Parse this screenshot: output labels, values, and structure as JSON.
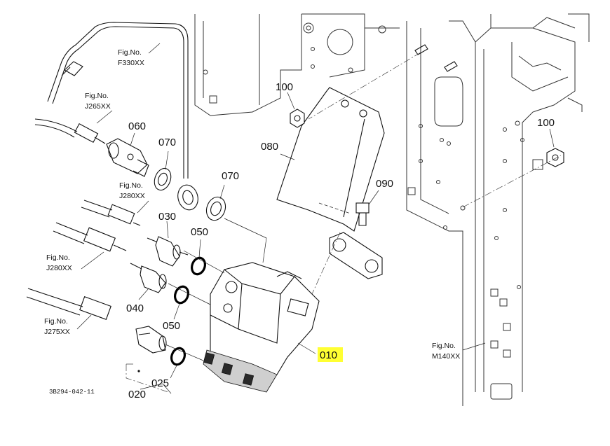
{
  "diagram": {
    "part_labels": {
      "p060": "060",
      "p070a": "070",
      "p070b": "070",
      "p080": "080",
      "p090": "090",
      "p100a": "100",
      "p100b": "100",
      "p030": "030",
      "p050a": "050",
      "p050b": "050",
      "p040": "040",
      "p010": "010",
      "p025": "025",
      "p020": "020"
    },
    "figure_refs": {
      "f330": {
        "line1": "Fig.No.",
        "line2": "F330XX"
      },
      "j265": {
        "line1": "Fig.No.",
        "line2": "J265XX"
      },
      "j280a": {
        "line1": "Fig.No.",
        "line2": "J280XX"
      },
      "j280b": {
        "line1": "Fig.No.",
        "line2": "J280XX"
      },
      "j275": {
        "line1": "Fig.No.",
        "line2": "J275XX"
      },
      "m140": {
        "line1": "Fig.No.",
        "line2": "M140XX"
      }
    },
    "drawing_code": "3B294-042-11",
    "highlight_color": "#ffff33"
  }
}
